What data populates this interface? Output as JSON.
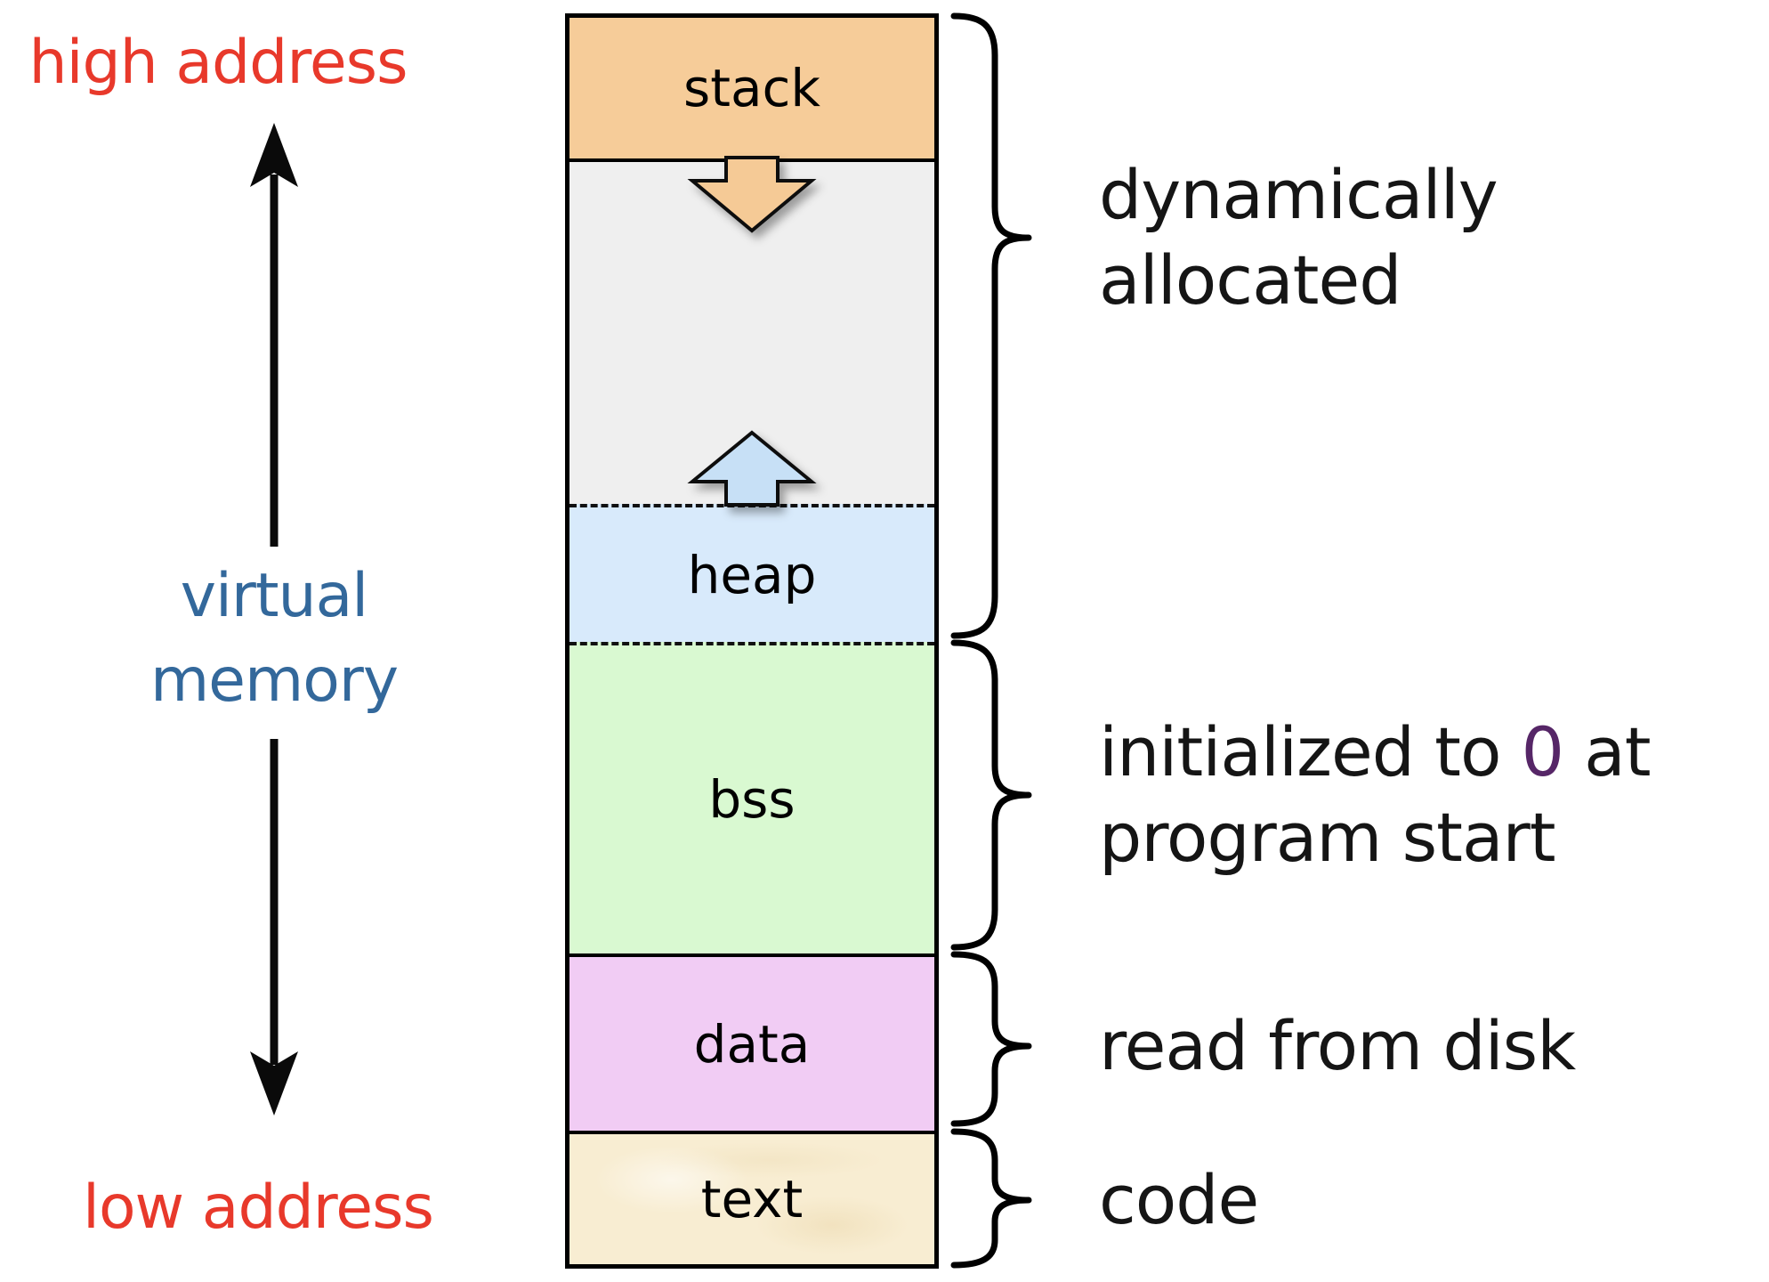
{
  "page": {
    "background": "#FFFFFF"
  },
  "left": {
    "high_address": "high address",
    "virtual_memory": {
      "line1": "virtual",
      "line2": "memory"
    },
    "low_address": "low address",
    "red": "#E8392B",
    "blue": "#33689B",
    "arrow_color": "#0A0A0A"
  },
  "column": {
    "segments": {
      "stack": {
        "label": "stack",
        "fill": "#F6CC99"
      },
      "free": {
        "fill": "#EFEFEF"
      },
      "heap": {
        "label": "heap",
        "fill": "#D8EAFB"
      },
      "bss": {
        "label": "bss",
        "fill": "#D9F9D1"
      },
      "data": {
        "label": "data",
        "fill": "#F1CCF4"
      },
      "text": {
        "label": "text",
        "fill": "#F8EDD2"
      }
    },
    "growth_arrows": {
      "stack_growth_fill": "#F5CA96",
      "heap_growth_fill": "#C7E0F6",
      "outline": "#111111"
    }
  },
  "annotations": {
    "dynamic": {
      "line1": "dynamically",
      "line2": "allocated"
    },
    "bss_init": {
      "pre": "initialized to ",
      "zero": "0",
      "post": " at",
      "line2": "program start",
      "zero_color": "#562667"
    },
    "data_note": "read from disk",
    "code_note": "code",
    "brace_color": "#000000"
  }
}
